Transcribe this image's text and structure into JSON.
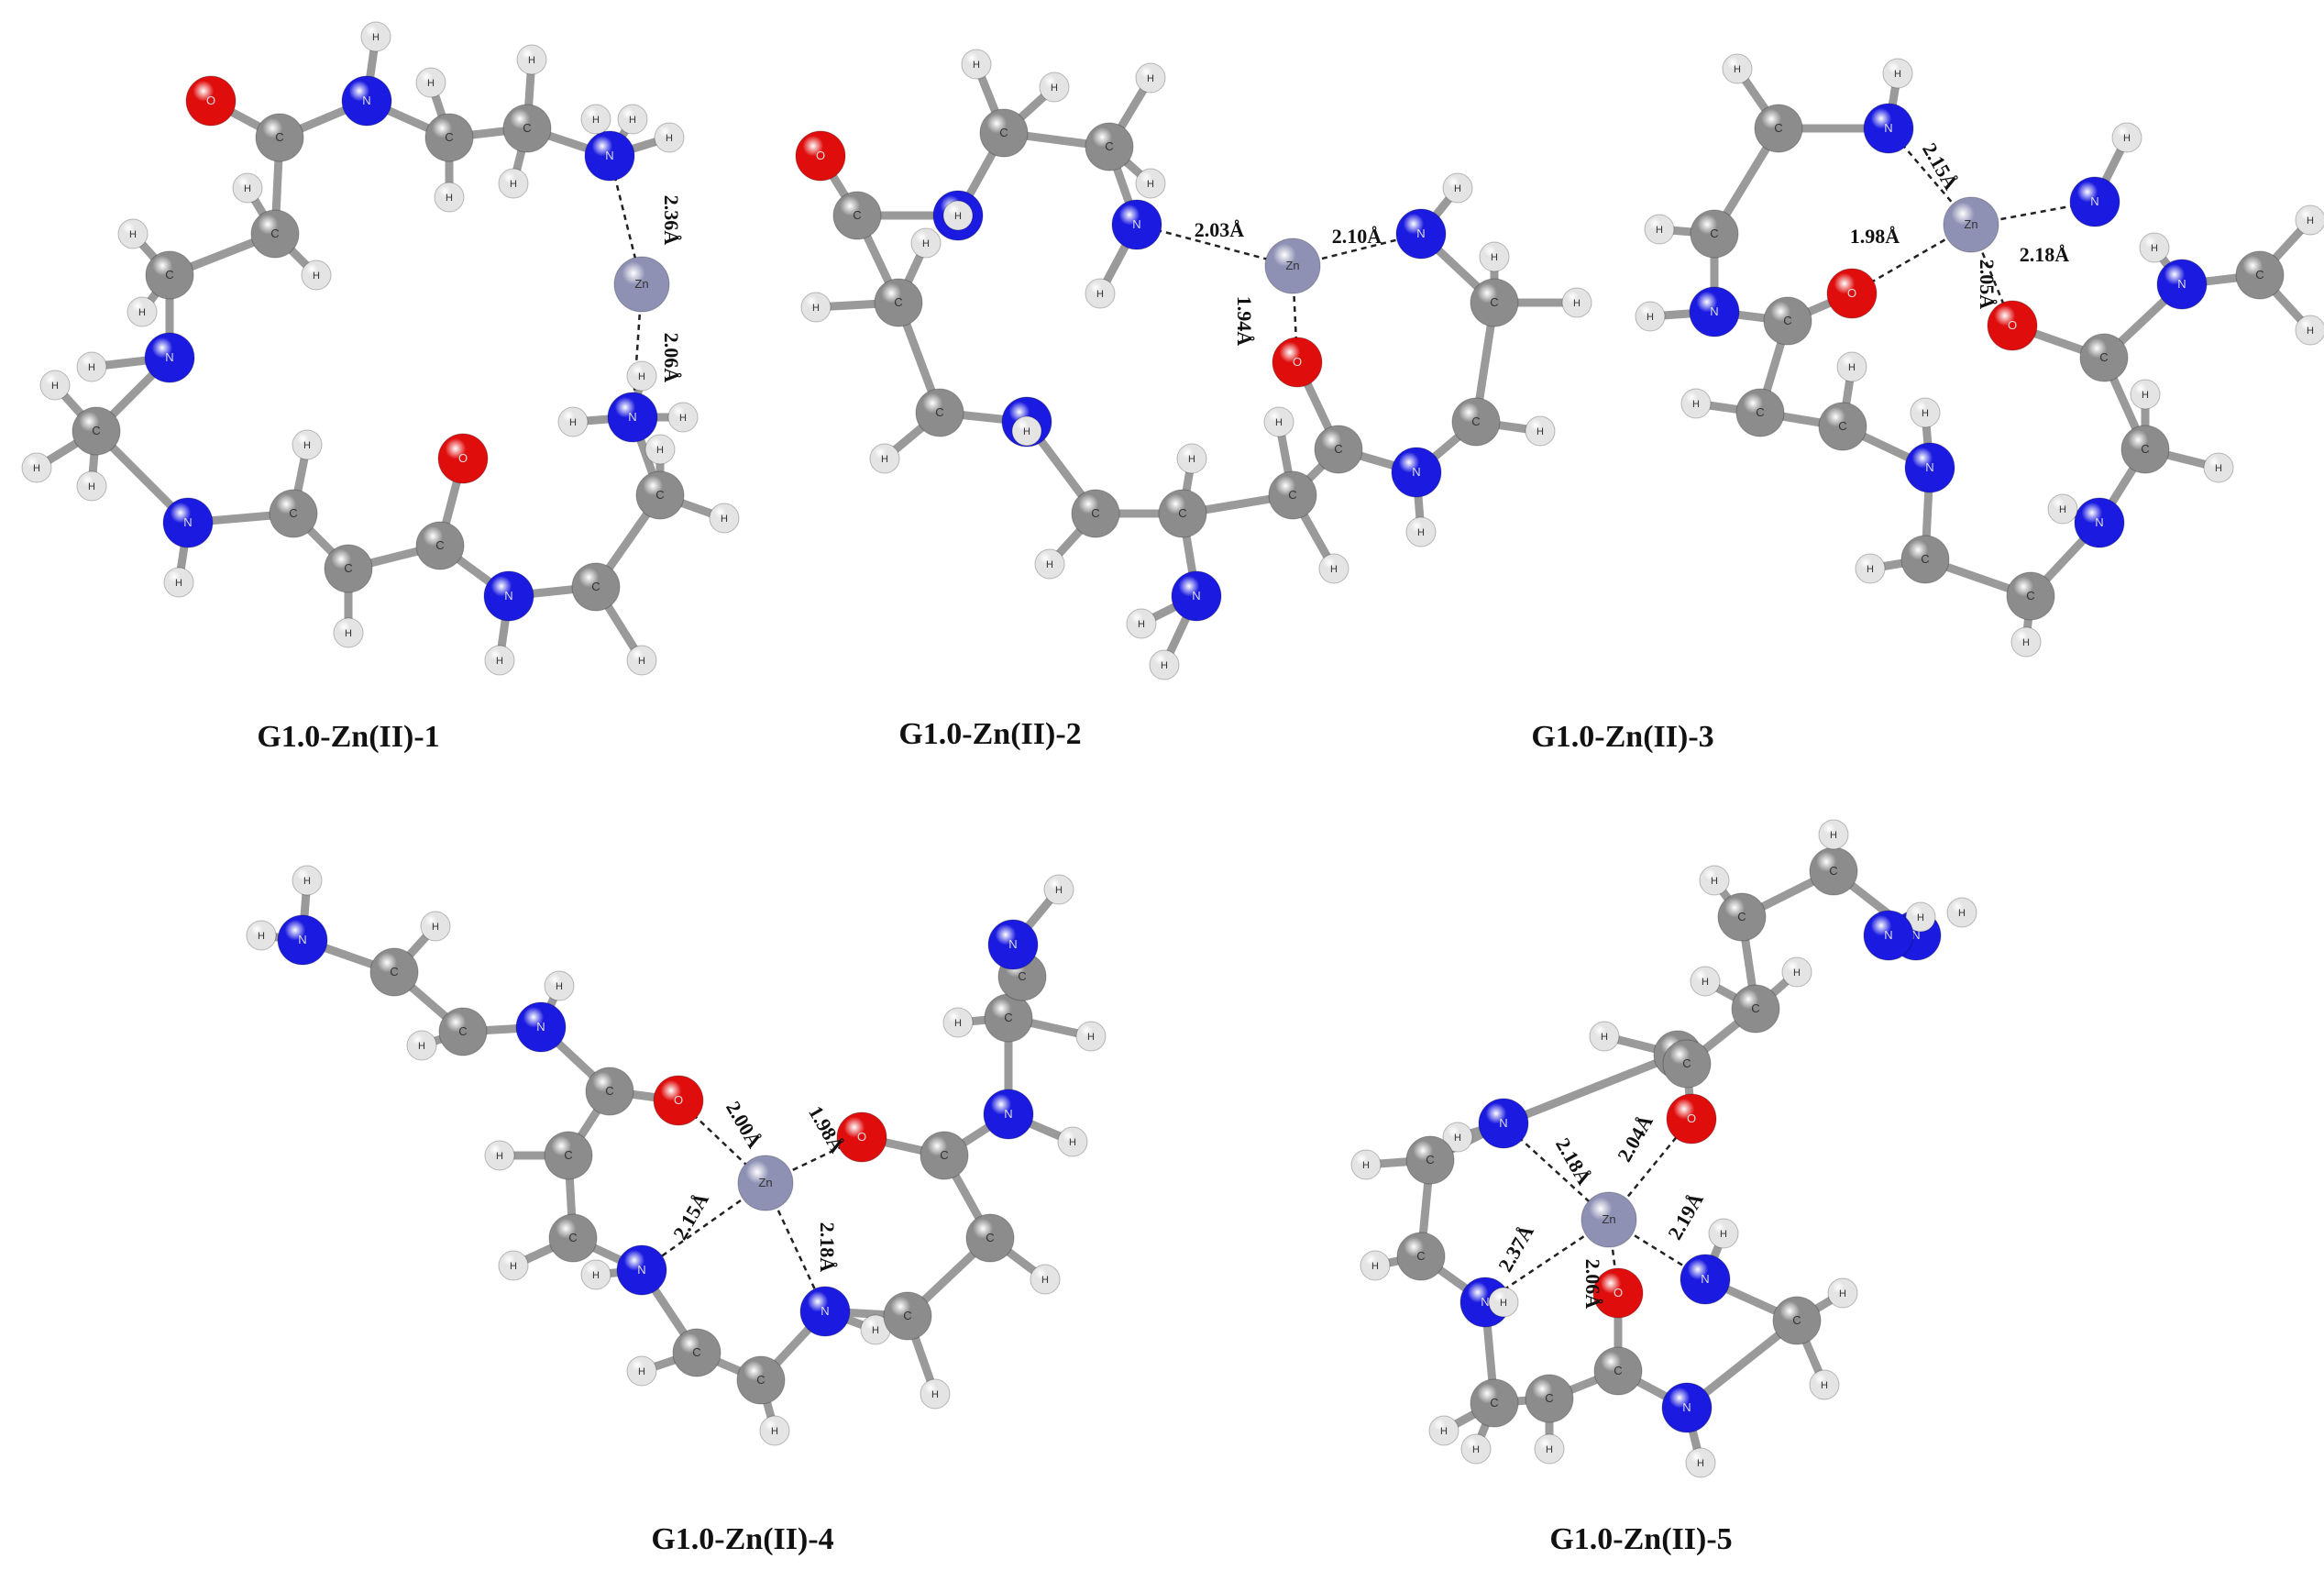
{
  "colors": {
    "carbon": "#8c8c8c",
    "hydrogen": "#e4e4e4",
    "nitrogen": "#1a1ae0",
    "oxygen": "#e00d0d",
    "zinc": "#8e90b4",
    "bond": "#9a9a9a",
    "coord": "#222222"
  },
  "element_symbols": {
    "C": "C",
    "H": "H",
    "N": "N",
    "O": "O",
    "Zn": "Zn"
  },
  "panels": [
    {
      "id": "p1",
      "caption": "G1.0-Zn(II)-1",
      "distances": [
        "2.36Å",
        "2.06Å"
      ]
    },
    {
      "id": "p2",
      "caption": "G1.0-Zn(II)-2",
      "distances": [
        "2.03Å",
        "2.10Å",
        "1.94Å"
      ]
    },
    {
      "id": "p3",
      "caption": "G1.0-Zn(II)-3",
      "distances": [
        "2.15Å",
        "1.98Å",
        "2.18Å",
        "2.05Å"
      ]
    },
    {
      "id": "p4",
      "caption": "G1.0-Zn(II)-4",
      "distances": [
        "2.00Å",
        "1.98Å",
        "2.15Å",
        "2.18Å"
      ]
    },
    {
      "id": "p5",
      "caption": "G1.0-Zn(II)-5",
      "distances": [
        "2.18Å",
        "2.04Å",
        "2.37Å",
        "2.19Å",
        "2.06Å"
      ]
    }
  ]
}
